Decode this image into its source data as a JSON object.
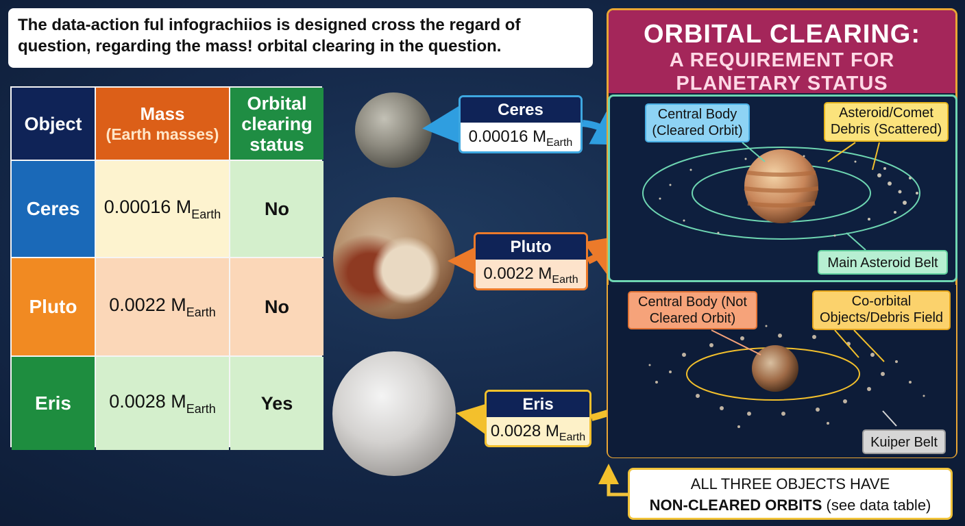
{
  "intro": {
    "text": "The data-action ful infograchiios is designed cross the regard of question, regarding the mass! orbital clearing in the question."
  },
  "table": {
    "headers": {
      "object": "Object",
      "mass": "Mass",
      "mass_unit": "(Earth masses)",
      "orbital": "Orbital clearing status"
    },
    "rows": [
      {
        "name": "Ceres",
        "mass": "0.00016 M",
        "mass_sub": "Earth",
        "status": "No"
      },
      {
        "name": "Pluto",
        "mass": "0.0022 M",
        "mass_sub": "Earth",
        "status": "No"
      },
      {
        "name": "Eris",
        "mass": "0.0028 M",
        "mass_sub": "Earth",
        "status": "Yes"
      }
    ]
  },
  "labels": {
    "ceres": {
      "name": "Ceres",
      "mass": "0.00016 M",
      "sub": "Earth"
    },
    "pluto": {
      "name": "Pluto",
      "mass": "0.0022 M",
      "sub": "Earth"
    },
    "eris": {
      "name": "Eris",
      "mass": "0.0028 M",
      "sub": "Earth"
    }
  },
  "panel": {
    "title_line1": "ORBITAL CLEARING:",
    "title_line2": "A REQUIREMENT FOR PLANETARY STATUS",
    "top": {
      "central": "Central Body (Cleared Orbit)",
      "debris": "Asteroid/Comet Debris (Scattered)",
      "belt": "Main Asteroid Belt"
    },
    "bottom": {
      "central": "Central Body (Not Cleared Orbit)",
      "coorbital": "Co-orbital Objects/Debris Field",
      "kuiper": "Kuiper Belt"
    }
  },
  "conclusion": {
    "line1": "ALL THREE OBJECTS HAVE",
    "bold": "NON-CLEARED ORBITS",
    "rest": " (see data table)"
  },
  "colors": {
    "ceres": "#3ea7e0",
    "pluto": "#ec7a2a",
    "eris": "#f3c02c",
    "banner": "#a4265a",
    "belt_ring": "#6ed6b2"
  }
}
